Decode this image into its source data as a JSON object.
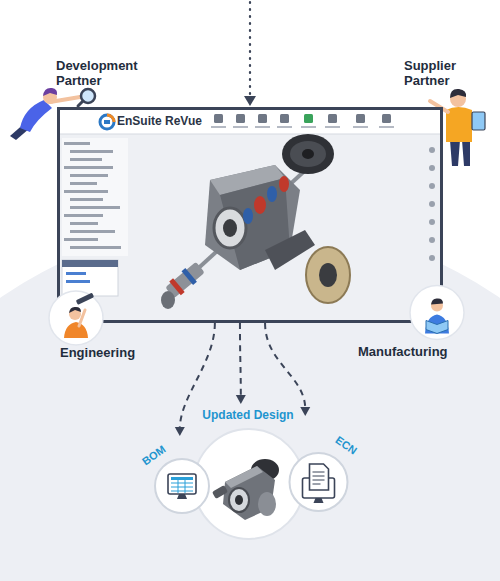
{
  "diagram": {
    "nodes": [
      {
        "text": [
          "EnSuite ReVue"
        ]
      },
      {
        "text": [
          "Engineering"
        ]
      },
      {
        "text": [
          "Manufacturing"
        ]
      },
      {
        "text": [
          "BOM"
        ]
      },
      {
        "text": [
          "Updated Design"
        ]
      },
      {
        "text": [
          "ECN"
        ]
      }
    ],
    "edges": [
      {
        "from": 0,
        "to": 3,
        "arrow": "to"
      },
      {
        "from": 0,
        "to": 4,
        "arrow": "to"
      },
      {
        "from": 0,
        "to": 5,
        "arrow": "to"
      }
    ],
    "labels": [
      "Development Partner",
      "Supplier Partner"
    ]
  }
}
